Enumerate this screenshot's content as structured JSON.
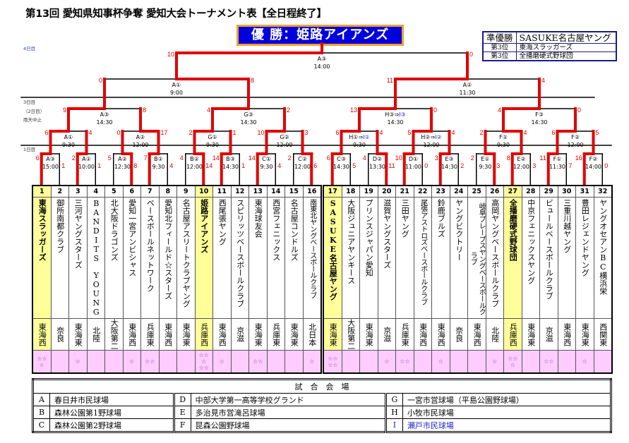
{
  "title": "第13回 愛知県知事杯争奪 愛知大会トーナメント表【全日程終了】",
  "champion_banner": "優 勝：姫路アイアンズ",
  "placings": [
    {
      "rank": "準優勝",
      "team": "SASUKE名古屋ヤング"
    },
    {
      "rank": "第3位",
      "team": "東海スラッガーズ"
    },
    {
      "rank": "第3位",
      "team": "全播磨硬式野球団"
    }
  ],
  "day_labels": {
    "day4": "4日目",
    "day3": "3日目",
    "day2": "（2日目）",
    "rain": "雨天中止",
    "day1": "1日目"
  },
  "colors": {
    "win_line": "#e00000",
    "banner_bg": "#0000dd",
    "banner_border": "#f0a030",
    "highlight": "#ffff99",
    "stars_bg": "#ffccff",
    "alt_venue": "#2222cc"
  },
  "teams": [
    {
      "no": "1",
      "name": "東海スラッガーズ",
      "district": "東海西",
      "stars": "☆☆\n☆",
      "highlight": true
    },
    {
      "no": "2",
      "name": "御所南都クラブ",
      "district": "奈良",
      "stars": ""
    },
    {
      "no": "3",
      "name": "三河ヤングスターズ",
      "district": "東海東",
      "stars": "☆"
    },
    {
      "no": "4",
      "name": "BANDITS　YOUNG",
      "district": "北陸",
      "stars": ""
    },
    {
      "no": "5",
      "name": "北大阪ドラゴンズ",
      "district": "大阪第二",
      "stars": ""
    },
    {
      "no": "6",
      "name": "愛知一宮アンビシャス",
      "district": "東海西",
      "stars": "☆"
    },
    {
      "no": "7",
      "name": "ベースボールネットワーク",
      "district": "兵庫東",
      "stars": "☆☆"
    },
    {
      "no": "8",
      "name": "愛知北フィールド☆スターズ",
      "district": "東海西",
      "stars": ""
    },
    {
      "no": "9",
      "name": "名古屋アスリートクラブヤング",
      "district": "東海東",
      "stars": ""
    },
    {
      "no": "10",
      "name": "姫路アイアンズ",
      "district": "兵庫西",
      "stars": "☆☆\n☆\n☆☆",
      "highlight": true
    },
    {
      "no": "11",
      "name": "西尾張ヤング",
      "district": "東海西",
      "stars": "☆"
    },
    {
      "no": "12",
      "name": "スピリッツベースボールクラブ",
      "district": "京滋",
      "stars": ""
    },
    {
      "no": "13",
      "name": "東海球友会",
      "district": "東海東",
      "stars": "☆☆"
    },
    {
      "no": "14",
      "name": "西宮フェニックス",
      "district": "兵庫東",
      "stars": ""
    },
    {
      "no": "15",
      "name": "名古屋コンドルズ",
      "district": "東海東",
      "stars": ""
    },
    {
      "no": "16",
      "name": "南東北ヤングベースボールクラブ",
      "district": "北日本",
      "stars": "☆"
    },
    {
      "no": "17",
      "name": "SASUKE名古屋ヤング",
      "district": "東海東",
      "stars": "☆☆\n☆☆",
      "highlight": true
    },
    {
      "no": "18",
      "name": "大阪ジュニアヤンキース",
      "district": "大阪第二",
      "stars": ""
    },
    {
      "no": "19",
      "name": "プリンスジャパン愛知",
      "district": "東海東",
      "stars": ""
    },
    {
      "no": "20",
      "name": "滋賀ヤングスターズ",
      "district": "京滋",
      "stars": "☆"
    },
    {
      "no": "21",
      "name": "三田ヤング",
      "district": "兵庫東",
      "stars": "☆☆"
    },
    {
      "no": "22",
      "name": "尾張アストロズベースボールクラブ",
      "district": "東海西",
      "stars": ""
    },
    {
      "no": "23",
      "name": "鈴鹿ブルズ",
      "district": "東海西",
      "stars": "☆"
    },
    {
      "no": "24",
      "name": "ヤングビクトリー",
      "district": "奈良",
      "stars": ""
    },
    {
      "no": "25",
      "name": "岐阜ブレーブスヤングベースボールクラブ",
      "district": "東海西",
      "stars": ""
    },
    {
      "no": "26",
      "name": "高岡ヤングベースボールクラブ",
      "district": "北陸",
      "stars": "☆"
    },
    {
      "no": "27",
      "name": "全播磨硬式野球団",
      "district": "兵庫西",
      "stars": "☆☆\n☆",
      "highlight": true
    },
    {
      "no": "28",
      "name": "中京フェニックスヤング",
      "district": "東海東",
      "stars": ""
    },
    {
      "no": "29",
      "name": "ビュールベースボールクラブ",
      "district": "京滋",
      "stars": "☆☆"
    },
    {
      "no": "30",
      "name": "三重川越ヤング",
      "district": "東海西",
      "stars": ""
    },
    {
      "no": "31",
      "name": "豊田レジェンドヤング",
      "district": "東海東",
      "stars": "☆"
    },
    {
      "no": "32",
      "name": "ヤングオセアンBC横浜栄",
      "district": "西関東",
      "stars": ""
    }
  ],
  "bracket": {
    "rounds": [
      [
        {
          "label": "A③",
          "alt": "",
          "time": "15:00",
          "scores": [
            "6",
            "1"
          ],
          "winner": 0
        },
        {
          "label": "A①",
          "alt": "",
          "time": "10:00",
          "scores": [
            "2",
            "1"
          ],
          "winner": 0
        },
        {
          "label": "A②",
          "alt": "",
          "time": "12:30",
          "scores": [
            "5",
            "8"
          ],
          "winner": 1
        },
        {
          "label": "B①",
          "alt": "",
          "time": "9:30",
          "scores": [
            "7",
            "4"
          ],
          "winner": 0
        },
        {
          "label": "B②",
          "alt": "",
          "time": "12:00",
          "scores": [
            "4",
            "14"
          ],
          "winner": 1
        },
        {
          "label": "B③",
          "alt": "",
          "time": "14:30",
          "scores": [
            "14",
            "1"
          ],
          "winner": 0
        },
        {
          "label": "C①",
          "alt": "",
          "time": "9:30",
          "scores": [
            "14",
            "4"
          ],
          "winner": 0
        },
        {
          "label": "C②",
          "alt": "",
          "time": "12:00",
          "scores": [
            "2",
            "6"
          ],
          "winner": 1
        },
        {
          "label": "C③",
          "alt": "",
          "time": "14:30",
          "scores": [
            "6",
            "5"
          ],
          "winner": 0
        },
        {
          "label": "D②",
          "alt": "",
          "time": "13:30",
          "scores": [
            "4",
            "11"
          ],
          "winner": 1
        },
        {
          "label": "D①",
          "alt": "",
          "time": "11:00",
          "scores": [
            "10",
            "0"
          ],
          "winner": 0
        },
        {
          "label": "E③",
          "alt": "",
          "time": "14:30",
          "scores": [
            "3",
            "2"
          ],
          "winner": 0
        },
        {
          "label": "E①",
          "alt": "",
          "time": "9:30",
          "scores": [
            "2",
            "3"
          ],
          "winner": 1
        },
        {
          "label": "E②",
          "alt": "",
          "time": "12:00",
          "scores": [
            "8",
            "3"
          ],
          "winner": 0
        },
        {
          "label": "F①",
          "alt": "",
          "time": "11:30",
          "scores": [
            "11",
            "7"
          ],
          "winner": 0
        },
        {
          "label": "F②",
          "alt": "",
          "time": "14:00",
          "scores": [
            "16",
            "0"
          ],
          "winner": 0
        }
      ],
      [
        {
          "label": "A①",
          "alt": "",
          "time": "9:30",
          "scores": [
            "6",
            "4"
          ],
          "winner": 0
        },
        {
          "label": "A②",
          "alt": "",
          "time": "12:00",
          "scores": [
            "0",
            "17"
          ],
          "winner": 1
        },
        {
          "label": "G①",
          "alt": "",
          "time": "9:30",
          "scores": [
            "2",
            "1"
          ],
          "winner": 0
        },
        {
          "label": "G②",
          "alt": "",
          "time": "12:00",
          "scores": [
            "10",
            "3"
          ],
          "winner": 0
        },
        {
          "label": "H①⇒",
          "alt": "I①",
          "time": "9:30",
          "scores": [
            "6",
            "4"
          ],
          "winner": 0
        },
        {
          "label": "H②⇒",
          "alt": "I②",
          "time": "12:00",
          "scores": [
            "5",
            "4"
          ],
          "winner": 0
        },
        {
          "label": "F①",
          "alt": "",
          "time": "9:30",
          "scores": [
            "2",
            "4"
          ],
          "winner": 1
        },
        {
          "label": "F②",
          "alt": "",
          "time": "12:00",
          "scores": [
            "6",
            "5"
          ],
          "winner": 0
        }
      ],
      [
        {
          "label": "A③",
          "alt": "",
          "time": "14:30",
          "scores": [
            "9",
            "8"
          ],
          "winner": 0
        },
        {
          "label": "G③",
          "alt": "",
          "time": "14:30",
          "scores": [
            "4",
            "2"
          ],
          "winner": 0
        },
        {
          "label": "H③⇒",
          "alt": "I③",
          "time": "14:30",
          "scores": [
            "13",
            "0"
          ],
          "winner": 0
        },
        {
          "label": "F③",
          "alt": "",
          "time": "14:30",
          "scores": [
            "4",
            "0"
          ],
          "winner": 0
        }
      ],
      [
        {
          "label": "A①",
          "alt": "",
          "time": "9:00",
          "scores": [
            "0",
            "8"
          ],
          "winner": 1
        },
        {
          "label": "A②",
          "alt": "",
          "time": "11:30",
          "scores": [
            "11",
            "4"
          ],
          "winner": 0
        }
      ],
      [
        {
          "label": "A③",
          "alt": "",
          "time": "14:00",
          "scores": [
            "10",
            "0"
          ],
          "winner": 0
        }
      ]
    ]
  },
  "venues": {
    "title": "試　合　会　場",
    "items": [
      {
        "code": "A",
        "name": "春日井市民球場"
      },
      {
        "code": "B",
        "name": "森林公園第1野球場"
      },
      {
        "code": "C",
        "name": "森林公園第2野球場"
      },
      {
        "code": "D",
        "name": "中部大学第一高等学校グランド"
      },
      {
        "code": "E",
        "name": "多治見市営滝呂球場"
      },
      {
        "code": "F",
        "name": "昆森公園野球場"
      },
      {
        "code": "G",
        "name": "一宮市営球場（平島公園野球場）"
      },
      {
        "code": "H",
        "name": "小牧市民球場"
      },
      {
        "code": "I",
        "name": "瀬戸市民球場",
        "alt": true
      }
    ]
  }
}
